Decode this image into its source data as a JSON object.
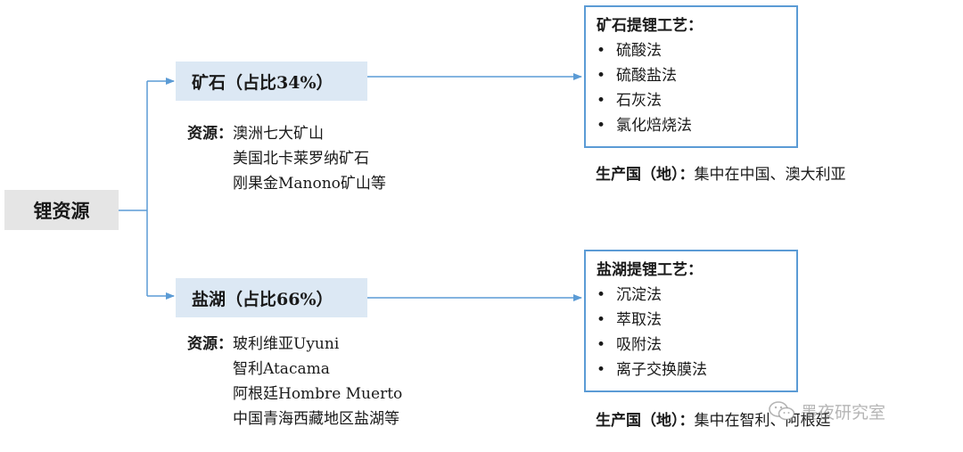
{
  "root": {
    "label": "锂资源"
  },
  "branches": [
    {
      "category": "矿石（占比34%）",
      "resources_label": "资源：",
      "resources": [
        "澳洲七大矿山",
        "美国北卡莱罗纳矿石",
        "刚果金Manono矿山等"
      ],
      "process_title": "矿石提锂工艺：",
      "processes": [
        "硫酸法",
        "硫酸盐法",
        "石灰法",
        "氯化焙烧法"
      ],
      "origin_label": "生产国（地）：",
      "origin_value": "集中在中国、澳大利亚"
    },
    {
      "category": "盐湖（占比66%）",
      "resources_label": "资源：",
      "resources": [
        "玻利维亚Uyuni",
        "智利Atacama",
        "阿根廷Hombre Muerto",
        "中国青海西藏地区盐湖等"
      ],
      "process_title": "盐湖提锂工艺：",
      "processes": [
        "沉淀法",
        "萃取法",
        "吸附法",
        "离子交换膜法"
      ],
      "origin_label": "生产国（地）：",
      "origin_value": "集中在智利、阿根廷"
    }
  ],
  "watermark": {
    "text": "墨夜研究室"
  },
  "colors": {
    "connector": "#5b9bd5",
    "category_fill": "#dce8f4",
    "root_fill": "#e5e5e5"
  },
  "icons": {
    "watermark_icon": "wechat-icon"
  }
}
